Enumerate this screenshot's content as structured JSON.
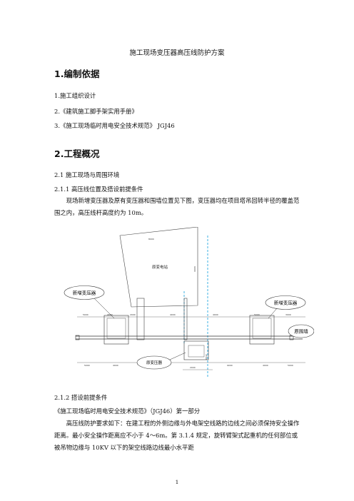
{
  "doc": {
    "title": "施工现场变压器高压线防护方案",
    "sections": {
      "s1": {
        "heading": "1.编制依据",
        "items": [
          "1.施工组织设计",
          "2.《建筑施工脚手架实用手册》",
          "3.《施工现场临时用电安全技术规范》 JGJ46"
        ]
      },
      "s2": {
        "heading": "2.工程概况",
        "sub1": "2.1  施工现场与周围环境",
        "sub11": "2.1.1 高压线位置及搭设前提条件",
        "para1": "现场新增变压器及原有变压器和围墙位置见下图，变压器均在项目塔吊回转半径的覆盖范围之内，高压线杆高度约为 10m。",
        "sub12": "2.1.2 搭设前提条件",
        "quote": "《施工现场临时用电安全技术规范》（JGJ46）第一部分",
        "para2": "高压线防护要求如下：在建工程的外侧边缘与外电架空线路的边线之间必须保持安全操作距离。最小安全操作距离应不小于 4～6m。第 3.1.4 规定，旋转臂架式起重机的任何部位或被吊物边缘与 10KV 以下的架空线路边线最小水平距"
      }
    },
    "page_number": "1"
  },
  "diagram": {
    "station_label": "原变电站",
    "left_transformer_label": "新增变压器",
    "right_transformer_label": "新增变压器",
    "wall_label": "原围墙",
    "old_transformer_label": "原变压器",
    "dim_top": "8000",
    "dim_side": "6000",
    "dims_upper": [
      "5000",
      "4000",
      "2000",
      "4000",
      "4000",
      "5000",
      "3000"
    ],
    "dims_lower": [
      "5000",
      "4000",
      "9000",
      "9000",
      "4000",
      "5000"
    ],
    "dim_bottom": "2000",
    "dim_mid": "3500"
  }
}
